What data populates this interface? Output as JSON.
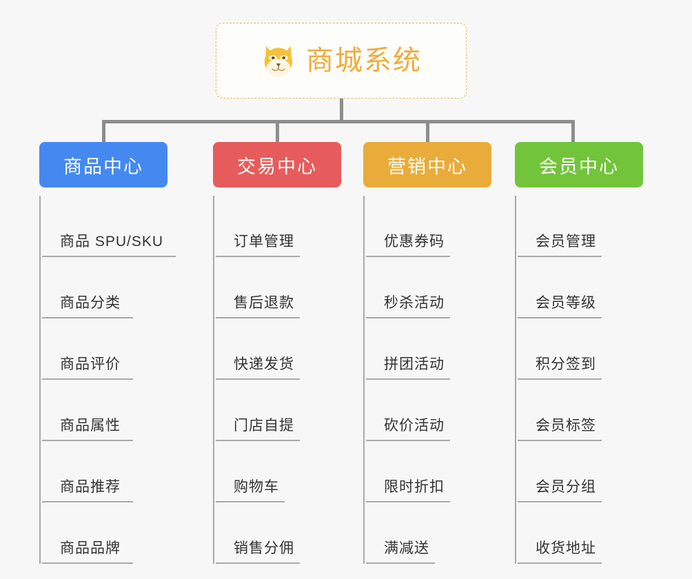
{
  "root": {
    "title": "商城系统",
    "icon": "shiba-dog-face-icon",
    "border_color": "#e9b861",
    "text_color": "#eead3c"
  },
  "connector": {
    "color": "#8d8d8d"
  },
  "branches": [
    {
      "label": "商品中心",
      "color": "#4589f0",
      "items": [
        "商品 SPU/SKU",
        "商品分类",
        "商品评价",
        "商品属性",
        "商品推荐",
        "商品品牌"
      ]
    },
    {
      "label": "交易中心",
      "color": "#e65c5c",
      "items": [
        "订单管理",
        "售后退款",
        "快递发货",
        "门店自提",
        "购物车",
        "销售分佣"
      ]
    },
    {
      "label": "营销中心",
      "color": "#e9ac3a",
      "items": [
        "优惠券码",
        "秒杀活动",
        "拼团活动",
        "砍价活动",
        "限时折扣",
        "满减送"
      ]
    },
    {
      "label": "会员中心",
      "color": "#72c53b",
      "items": [
        "会员管理",
        "会员等级",
        "积分签到",
        "会员标签",
        "会员分组",
        "收货地址"
      ]
    }
  ]
}
